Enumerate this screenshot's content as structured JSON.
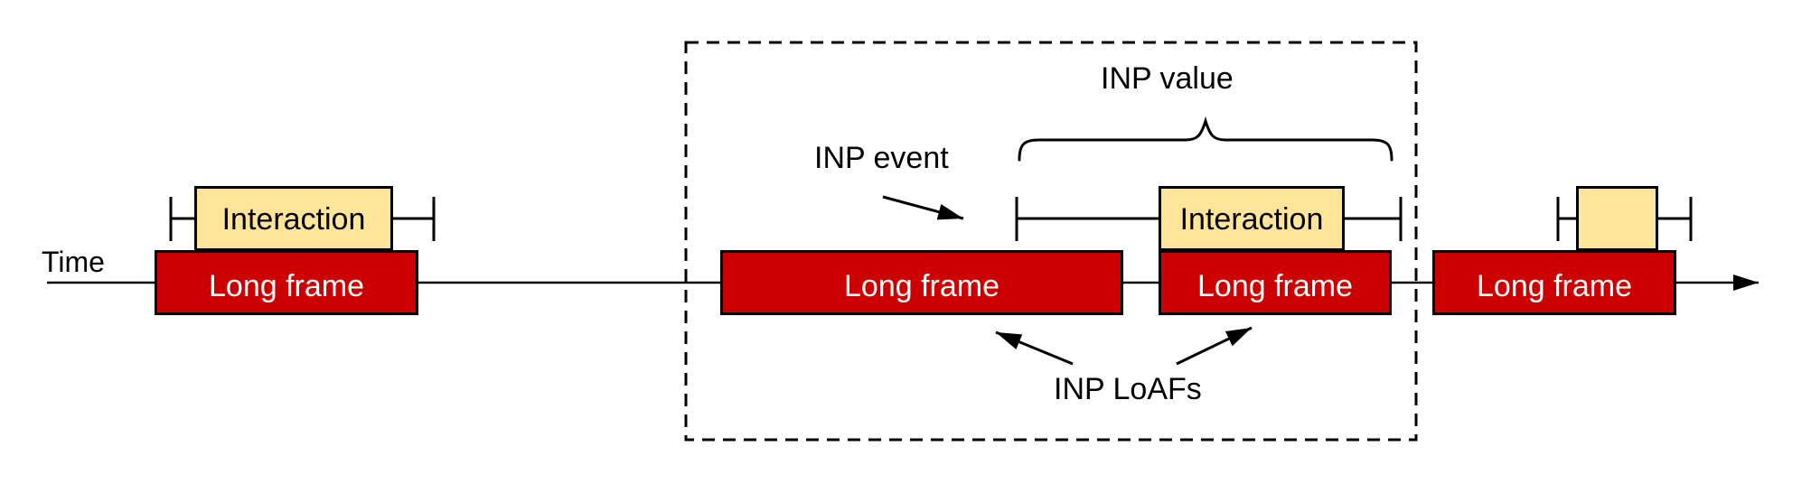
{
  "diagram": {
    "time_label": "Time",
    "annotations": {
      "inp_event": "INP event",
      "inp_value": "INP value",
      "inp_loafs": "INP LoAFs"
    },
    "long_frames": [
      {
        "label": "Long frame"
      },
      {
        "label": "Long frame"
      },
      {
        "label": "Long frame"
      },
      {
        "label": "Long frame"
      }
    ],
    "interactions": [
      {
        "label": "Interaction"
      },
      {
        "label": "Interaction"
      },
      {
        "label": ""
      }
    ],
    "colors": {
      "long_frame_fill": "#cc0000",
      "long_frame_text": "#ffffff",
      "interaction_fill": "#ffe599",
      "interaction_text": "#000000",
      "line": "#000000"
    }
  }
}
